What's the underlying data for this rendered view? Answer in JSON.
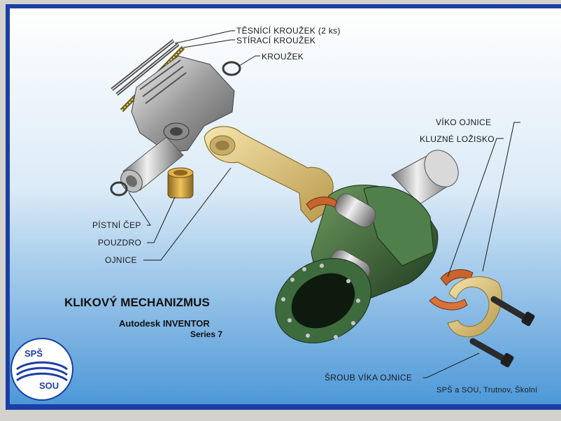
{
  "labels": {
    "sealing_rings": "TĚSNÍCÍ KROUŽEK (2 ks)",
    "wiper_ring": "STÍRACÍ KROUŽEK",
    "ring": "KROUŽEK",
    "rod_cap": "VÍKO OJNICE",
    "bearing": "KLUZNÉ LOŽISKO",
    "piston_pin": "PÍSTNÍ ČEP",
    "bushing": "POUZDRO",
    "con_rod": "OJNICE",
    "cap_bolt": "ŠROUB VÍKA OJNICE"
  },
  "title": {
    "main": "KLIKOVÝ MECHANIZMUS",
    "software": "Autodesk INVENTOR",
    "series": "Series 7"
  },
  "logo": {
    "line1": "SPŠ",
    "line2": "SOU"
  },
  "footer": "SPŠ a SOU, Trutnov, Školní",
  "colors": {
    "frame": "#1b3fa6",
    "panel_top": "#ffffff",
    "panel_bottom": "#4d98d8",
    "rod": "#e8cf8c",
    "crank": "#3d6b3d",
    "bearing": "#c8642c"
  }
}
